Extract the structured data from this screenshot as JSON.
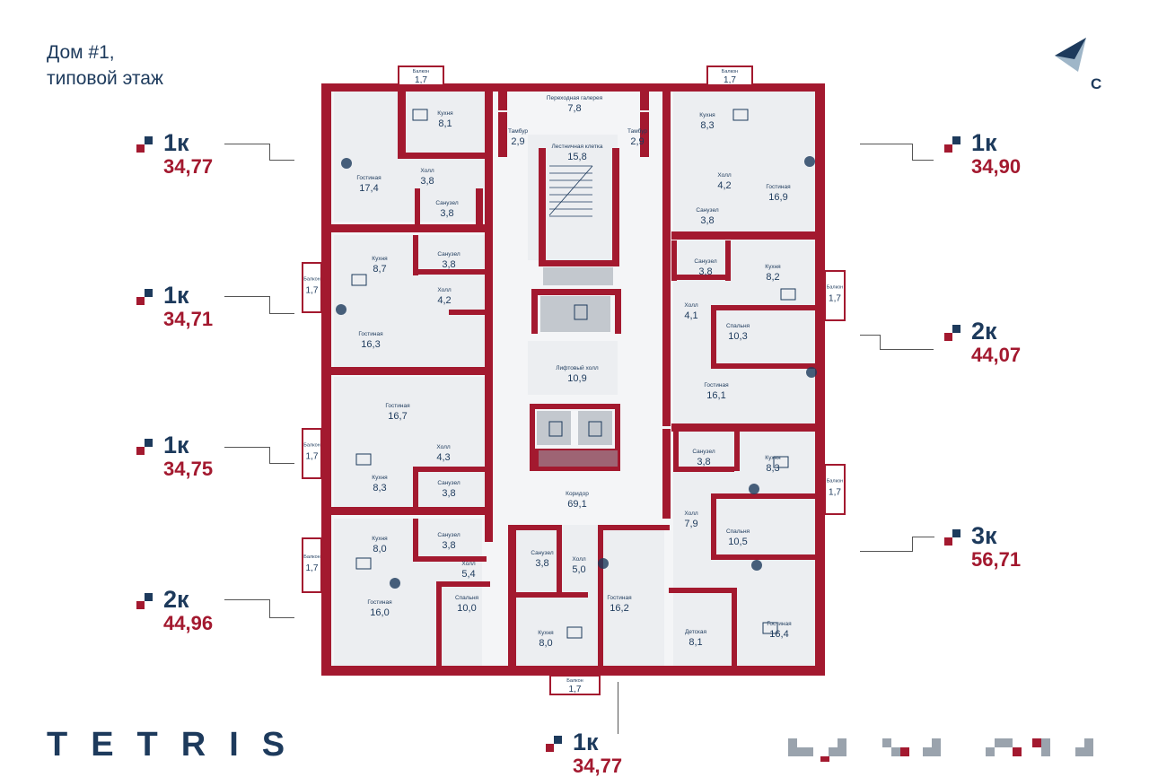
{
  "header": {
    "line1": "Дом #1,",
    "line2": "типовой этаж"
  },
  "compass": {
    "label": "С"
  },
  "brand": {
    "logo": "TETRIS"
  },
  "colors": {
    "wall": "#a3192f",
    "navy": "#1d3a5c",
    "room_fill": "#eceef1",
    "corridor_fill": "#f4f5f7",
    "accent_grey": "#9aa3ad"
  },
  "apartments": [
    {
      "type": "1к",
      "area": "34,77"
    },
    {
      "type": "1к",
      "area": "34,71"
    },
    {
      "type": "1к",
      "area": "34,75"
    },
    {
      "type": "2к",
      "area": "44,96"
    },
    {
      "type": "1к",
      "area": "34,90"
    },
    {
      "type": "2к",
      "area": "44,07"
    },
    {
      "type": "3к",
      "area": "56,71"
    },
    {
      "type": "1к",
      "area": "34,77"
    }
  ],
  "rooms": [
    {
      "name": "Кухня",
      "area": "8,1"
    },
    {
      "name": "Холл",
      "area": "3,8"
    },
    {
      "name": "Гостиная",
      "area": "17,4"
    },
    {
      "name": "Санузел",
      "area": "3,8"
    },
    {
      "name": "Кухня",
      "area": "8,7"
    },
    {
      "name": "Санузел",
      "area": "3,8"
    },
    {
      "name": "Холл",
      "area": "4,2"
    },
    {
      "name": "Гостиная",
      "area": "16,3"
    },
    {
      "name": "Гостиная",
      "area": "16,7"
    },
    {
      "name": "Холл",
      "area": "4,3"
    },
    {
      "name": "Кухня",
      "area": "8,3"
    },
    {
      "name": "Санузел",
      "area": "3,8"
    },
    {
      "name": "Кухня",
      "area": "8,0"
    },
    {
      "name": "Санузел",
      "area": "3,8"
    },
    {
      "name": "Холл",
      "area": "5,4"
    },
    {
      "name": "Гостиная",
      "area": "16,0"
    },
    {
      "name": "Спальня",
      "area": "10,0"
    },
    {
      "name": "Переходная галерея",
      "area": "7,8"
    },
    {
      "name": "Тамбур",
      "area": "2,9"
    },
    {
      "name": "Тамбур",
      "area": "2,9"
    },
    {
      "name": "Лестничная клетка",
      "area": "15,8"
    },
    {
      "name": "Лифтовый холл",
      "area": "10,9"
    },
    {
      "name": "Коридор",
      "area": "69,1"
    },
    {
      "name": "Санузел",
      "area": "3,8"
    },
    {
      "name": "Холл",
      "area": "5,0"
    },
    {
      "name": "Кухня",
      "area": "8,0"
    },
    {
      "name": "Гостиная",
      "area": "16,2"
    },
    {
      "name": "Кухня",
      "area": "8,3"
    },
    {
      "name": "Холл",
      "area": "4,2"
    },
    {
      "name": "Гостиная",
      "area": "16,9"
    },
    {
      "name": "Санузел",
      "area": "3,8"
    },
    {
      "name": "Санузел",
      "area": "3,8"
    },
    {
      "name": "Кухня",
      "area": "8,2"
    },
    {
      "name": "Холл",
      "area": "4,1"
    },
    {
      "name": "Спальня",
      "area": "10,3"
    },
    {
      "name": "Гостиная",
      "area": "16,1"
    },
    {
      "name": "Санузел",
      "area": "3,8"
    },
    {
      "name": "Кухня",
      "area": "8,3"
    },
    {
      "name": "Холл",
      "area": "7,9"
    },
    {
      "name": "Спальня",
      "area": "10,5"
    },
    {
      "name": "Гостиная",
      "area": "16,4"
    },
    {
      "name": "Детская",
      "area": "8,1"
    }
  ],
  "balconies": [
    {
      "name": "Балкон",
      "area": "1,7"
    },
    {
      "name": "Балкон",
      "area": "1,7"
    },
    {
      "name": "Балкон",
      "area": "1,7"
    },
    {
      "name": "Балкон",
      "area": "1,7"
    },
    {
      "name": "Балкон",
      "area": "1,7"
    },
    {
      "name": "Балкон",
      "area": "1,7"
    },
    {
      "name": "Балкон",
      "area": "1,7"
    },
    {
      "name": "Балкон",
      "area": "1,7"
    }
  ]
}
